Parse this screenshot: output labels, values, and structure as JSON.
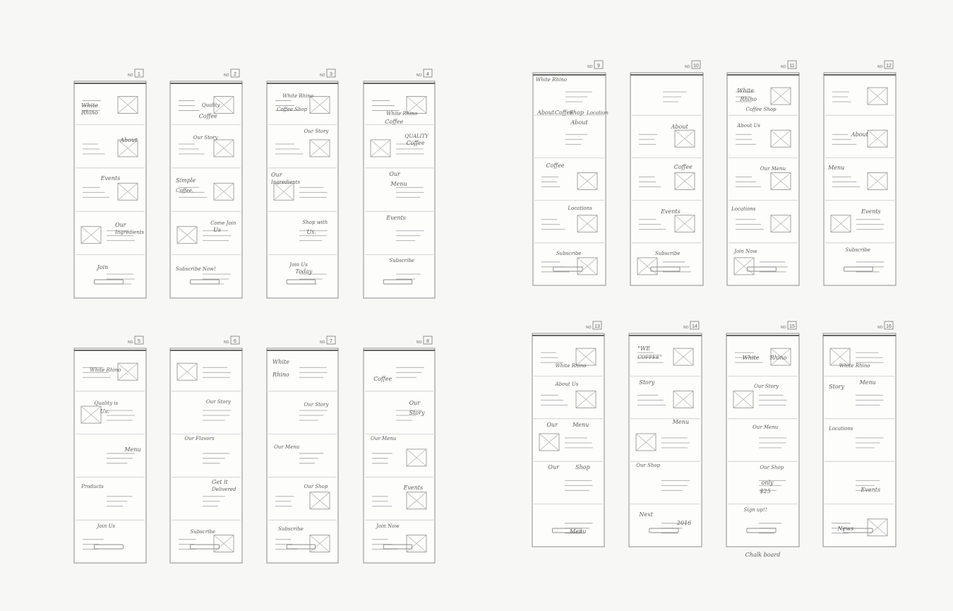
{
  "boards": [
    {
      "num": "1",
      "labels": [
        "White",
        "Rhino",
        "About",
        "Events",
        "Our",
        "Ingredients",
        "Join"
      ]
    },
    {
      "num": "2",
      "labels": [
        "Quality",
        "Coffee",
        "Our Story",
        "Simple",
        "Coffee.",
        "Come Join",
        "Us",
        "Subscribe Now!"
      ]
    },
    {
      "num": "3",
      "labels": [
        "White Rhino",
        "Coffee Shop",
        "Our Story",
        "Our",
        "Ingredients",
        "Shop with",
        "Us.",
        "Join Us",
        "Today"
      ]
    },
    {
      "num": "4",
      "labels": [
        "White Rhino",
        "Coffee",
        "QUALITY",
        "Coffee",
        "Our",
        "Menu",
        "Events",
        "Subscribe"
      ]
    },
    {
      "num": "5",
      "labels": [
        "White Rhino",
        "Quality is",
        "Us.",
        "Menu",
        "Products",
        "Join Us"
      ]
    },
    {
      "num": "6",
      "labels": [
        "Our Story",
        "Our Flavors",
        "Get it",
        "Delivered",
        "Subscribe"
      ]
    },
    {
      "num": "7",
      "labels": [
        "White",
        "Rhino",
        "Our Story",
        "Our Menu",
        "Our Shop",
        "Subscribe"
      ]
    },
    {
      "num": "8",
      "labels": [
        "Coffee",
        "Our",
        "Story",
        "Our Menu",
        "Events",
        "Join Now"
      ]
    },
    {
      "num": "9",
      "labels": [
        "White Rhino",
        "About",
        "Coffee",
        "Shop",
        "Location",
        "About",
        "Coffee",
        "Locations",
        "Subscribe"
      ]
    },
    {
      "num": "10",
      "labels": [
        "About",
        "Coffee",
        "Events",
        "Subscribe"
      ]
    },
    {
      "num": "11",
      "labels": [
        "White",
        "Rhino",
        "Coffee Shop",
        "About Us",
        "Our Menu",
        "Locations",
        "Join Now"
      ]
    },
    {
      "num": "12",
      "labels": [
        "About",
        "Menu",
        "Events",
        "Subscribe"
      ]
    },
    {
      "num": "13",
      "labels": [
        "White Rhino",
        "About Us",
        "Our",
        "Menu",
        "Our",
        "Shop",
        "Menu"
      ]
    },
    {
      "num": "14",
      "labels": [
        "\"WE",
        "COFFEE\"",
        "Story",
        "Menu",
        "Our Shop",
        "Next",
        "2016"
      ]
    },
    {
      "num": "15",
      "labels": [
        "White",
        "Rhino",
        "Our Story",
        "Our Menu",
        "Our Shop",
        "only",
        "$25",
        "Sign up!!"
      ],
      "caption": "Chalk board"
    },
    {
      "num": "16",
      "labels": [
        "White Rhino",
        "Story",
        "Menu",
        "Locations",
        "Events",
        "News"
      ]
    }
  ],
  "no_prefix": "NO"
}
